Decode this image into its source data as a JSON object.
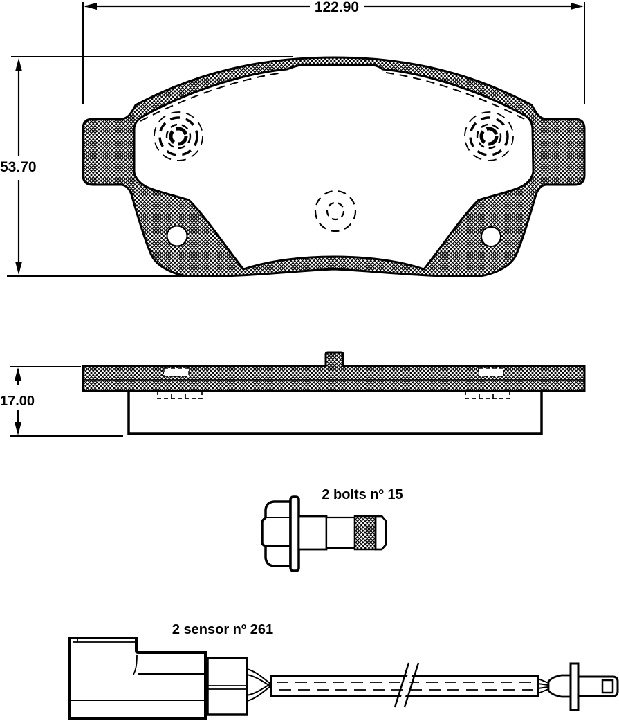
{
  "drawing": {
    "front_view": {
      "width_dim": "122.90",
      "height_dim": "53.70"
    },
    "side_view": {
      "thickness_dim": "17.00"
    },
    "bolt": {
      "label": "2 bolts nº 15"
    },
    "sensor": {
      "label": "2 sensor nº 261"
    },
    "colors": {
      "ink": "#000000",
      "paper": "#ffffff"
    }
  }
}
